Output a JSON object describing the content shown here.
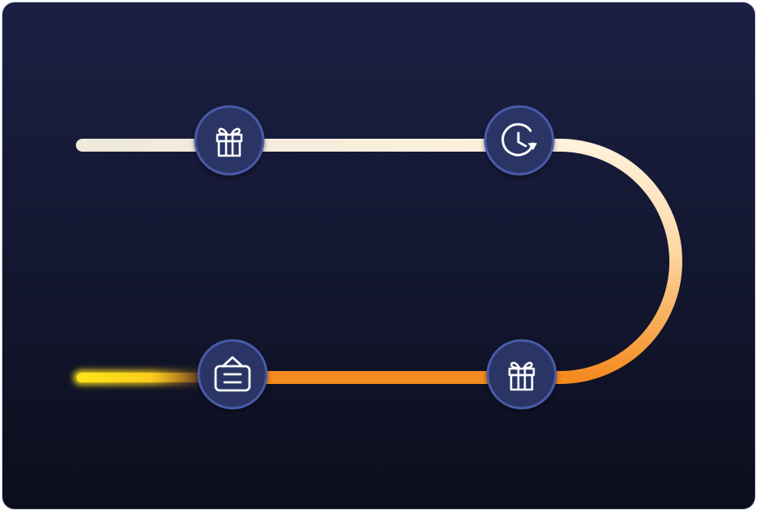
{
  "theme": {
    "background_top": "#1b2044",
    "background_bottom": "#0c0e1d",
    "node_fill": "#2c3566",
    "node_ring": "#4a5aa8",
    "icon_color": "#ffffff",
    "track_top_color": "#fff1dc",
    "track_start_color": "#efe9dc",
    "track_bottom_color": "#f58a1f",
    "track_glow_color": "#ffe61a"
  },
  "journey": {
    "nodes": [
      {
        "id": "milestone-1",
        "icon": "gift-icon"
      },
      {
        "id": "milestone-2",
        "icon": "clock-rotate-icon"
      },
      {
        "id": "milestone-3",
        "icon": "gift-icon"
      },
      {
        "id": "milestone-4",
        "icon": "notice-board-icon"
      }
    ]
  }
}
